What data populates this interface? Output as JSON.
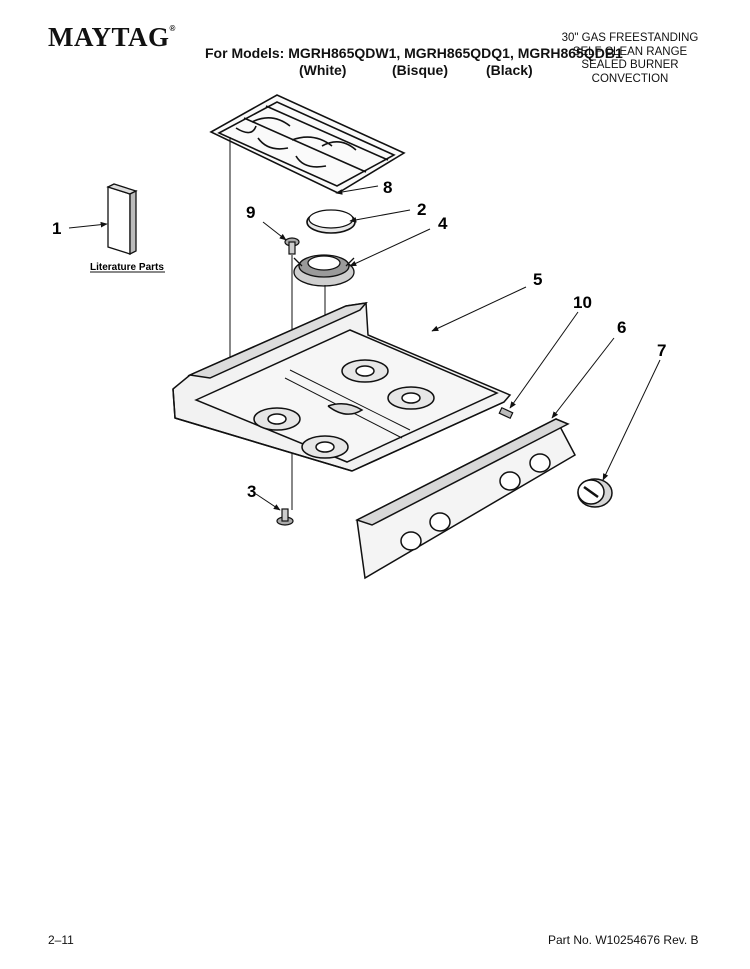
{
  "header": {
    "brand": "MAYTAG",
    "models_line": "For Models: MGRH865QDW1, MGRH865QDQ1, MGRH865QDB1",
    "colors": [
      "(White)",
      "(Bisque)",
      "(Black)"
    ],
    "description": [
      "30\" GAS FREESTANDING",
      "SELF CLEAN RANGE",
      "SEALED BURNER",
      "CONVECTION"
    ]
  },
  "callouts": {
    "c1": "1",
    "c2": "2",
    "c3": "3",
    "c4": "4",
    "c5": "5",
    "c6": "6",
    "c7": "7",
    "c8": "8",
    "c9": "9",
    "c10": "10"
  },
  "literature_label": "Literature Parts",
  "footer": {
    "page": "2–11",
    "part_no": "Part No. W10254676 Rev. B"
  }
}
